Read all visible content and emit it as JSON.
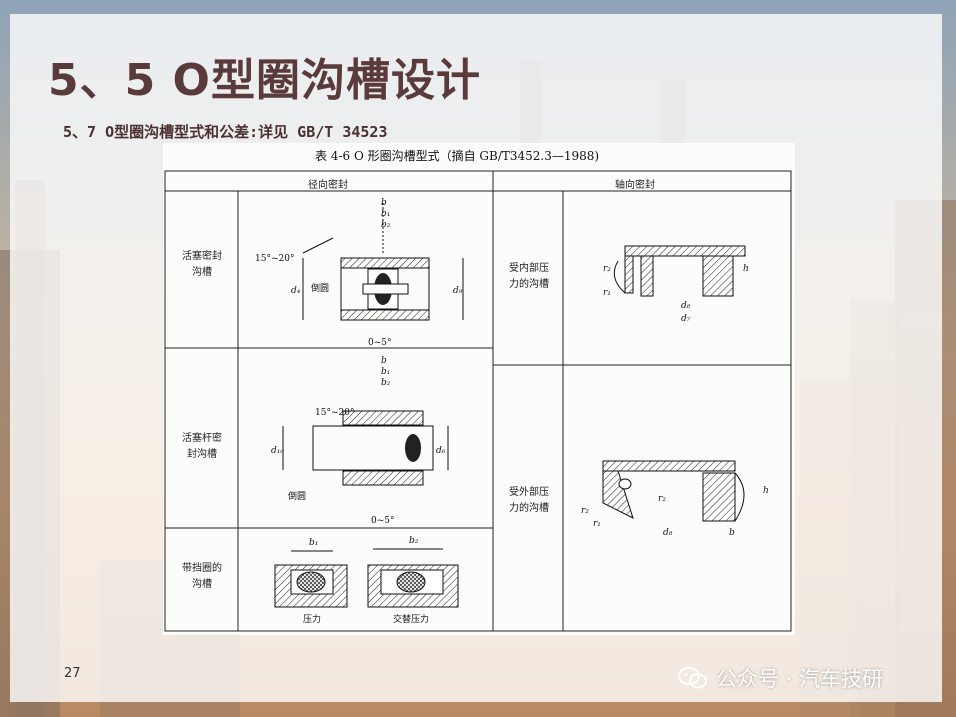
{
  "slide": {
    "title": "5、5 O型圈沟槽设计",
    "subtitle": "5、7 O型圈沟槽型式和公差:详见 GB/T 34523",
    "page_number": "27"
  },
  "figure": {
    "caption": "表 4-6 O 形圈沟槽型式（摘自 GB/T3452.3—1988)",
    "headers": {
      "radial": "径向密封",
      "axial": "轴向密封"
    },
    "rows": {
      "piston": "活塞密封\n沟槽",
      "rod": "活塞杆密\n封沟槽",
      "backup": "带挡圈的\n沟槽",
      "inner_pressure": "受内部压\n力的沟槽",
      "outer_pressure": "受外部压\n力的沟槽"
    },
    "drawing_labels": {
      "angle_15_20": "15°~20°",
      "angle_0_5": "0~5°",
      "chamfer": "倒圆",
      "pressure": "压力",
      "alt_pressure": "交替压力"
    }
  },
  "watermark": {
    "text": "公众号 · 汽车技研",
    "icon": "wechat-icon"
  }
}
